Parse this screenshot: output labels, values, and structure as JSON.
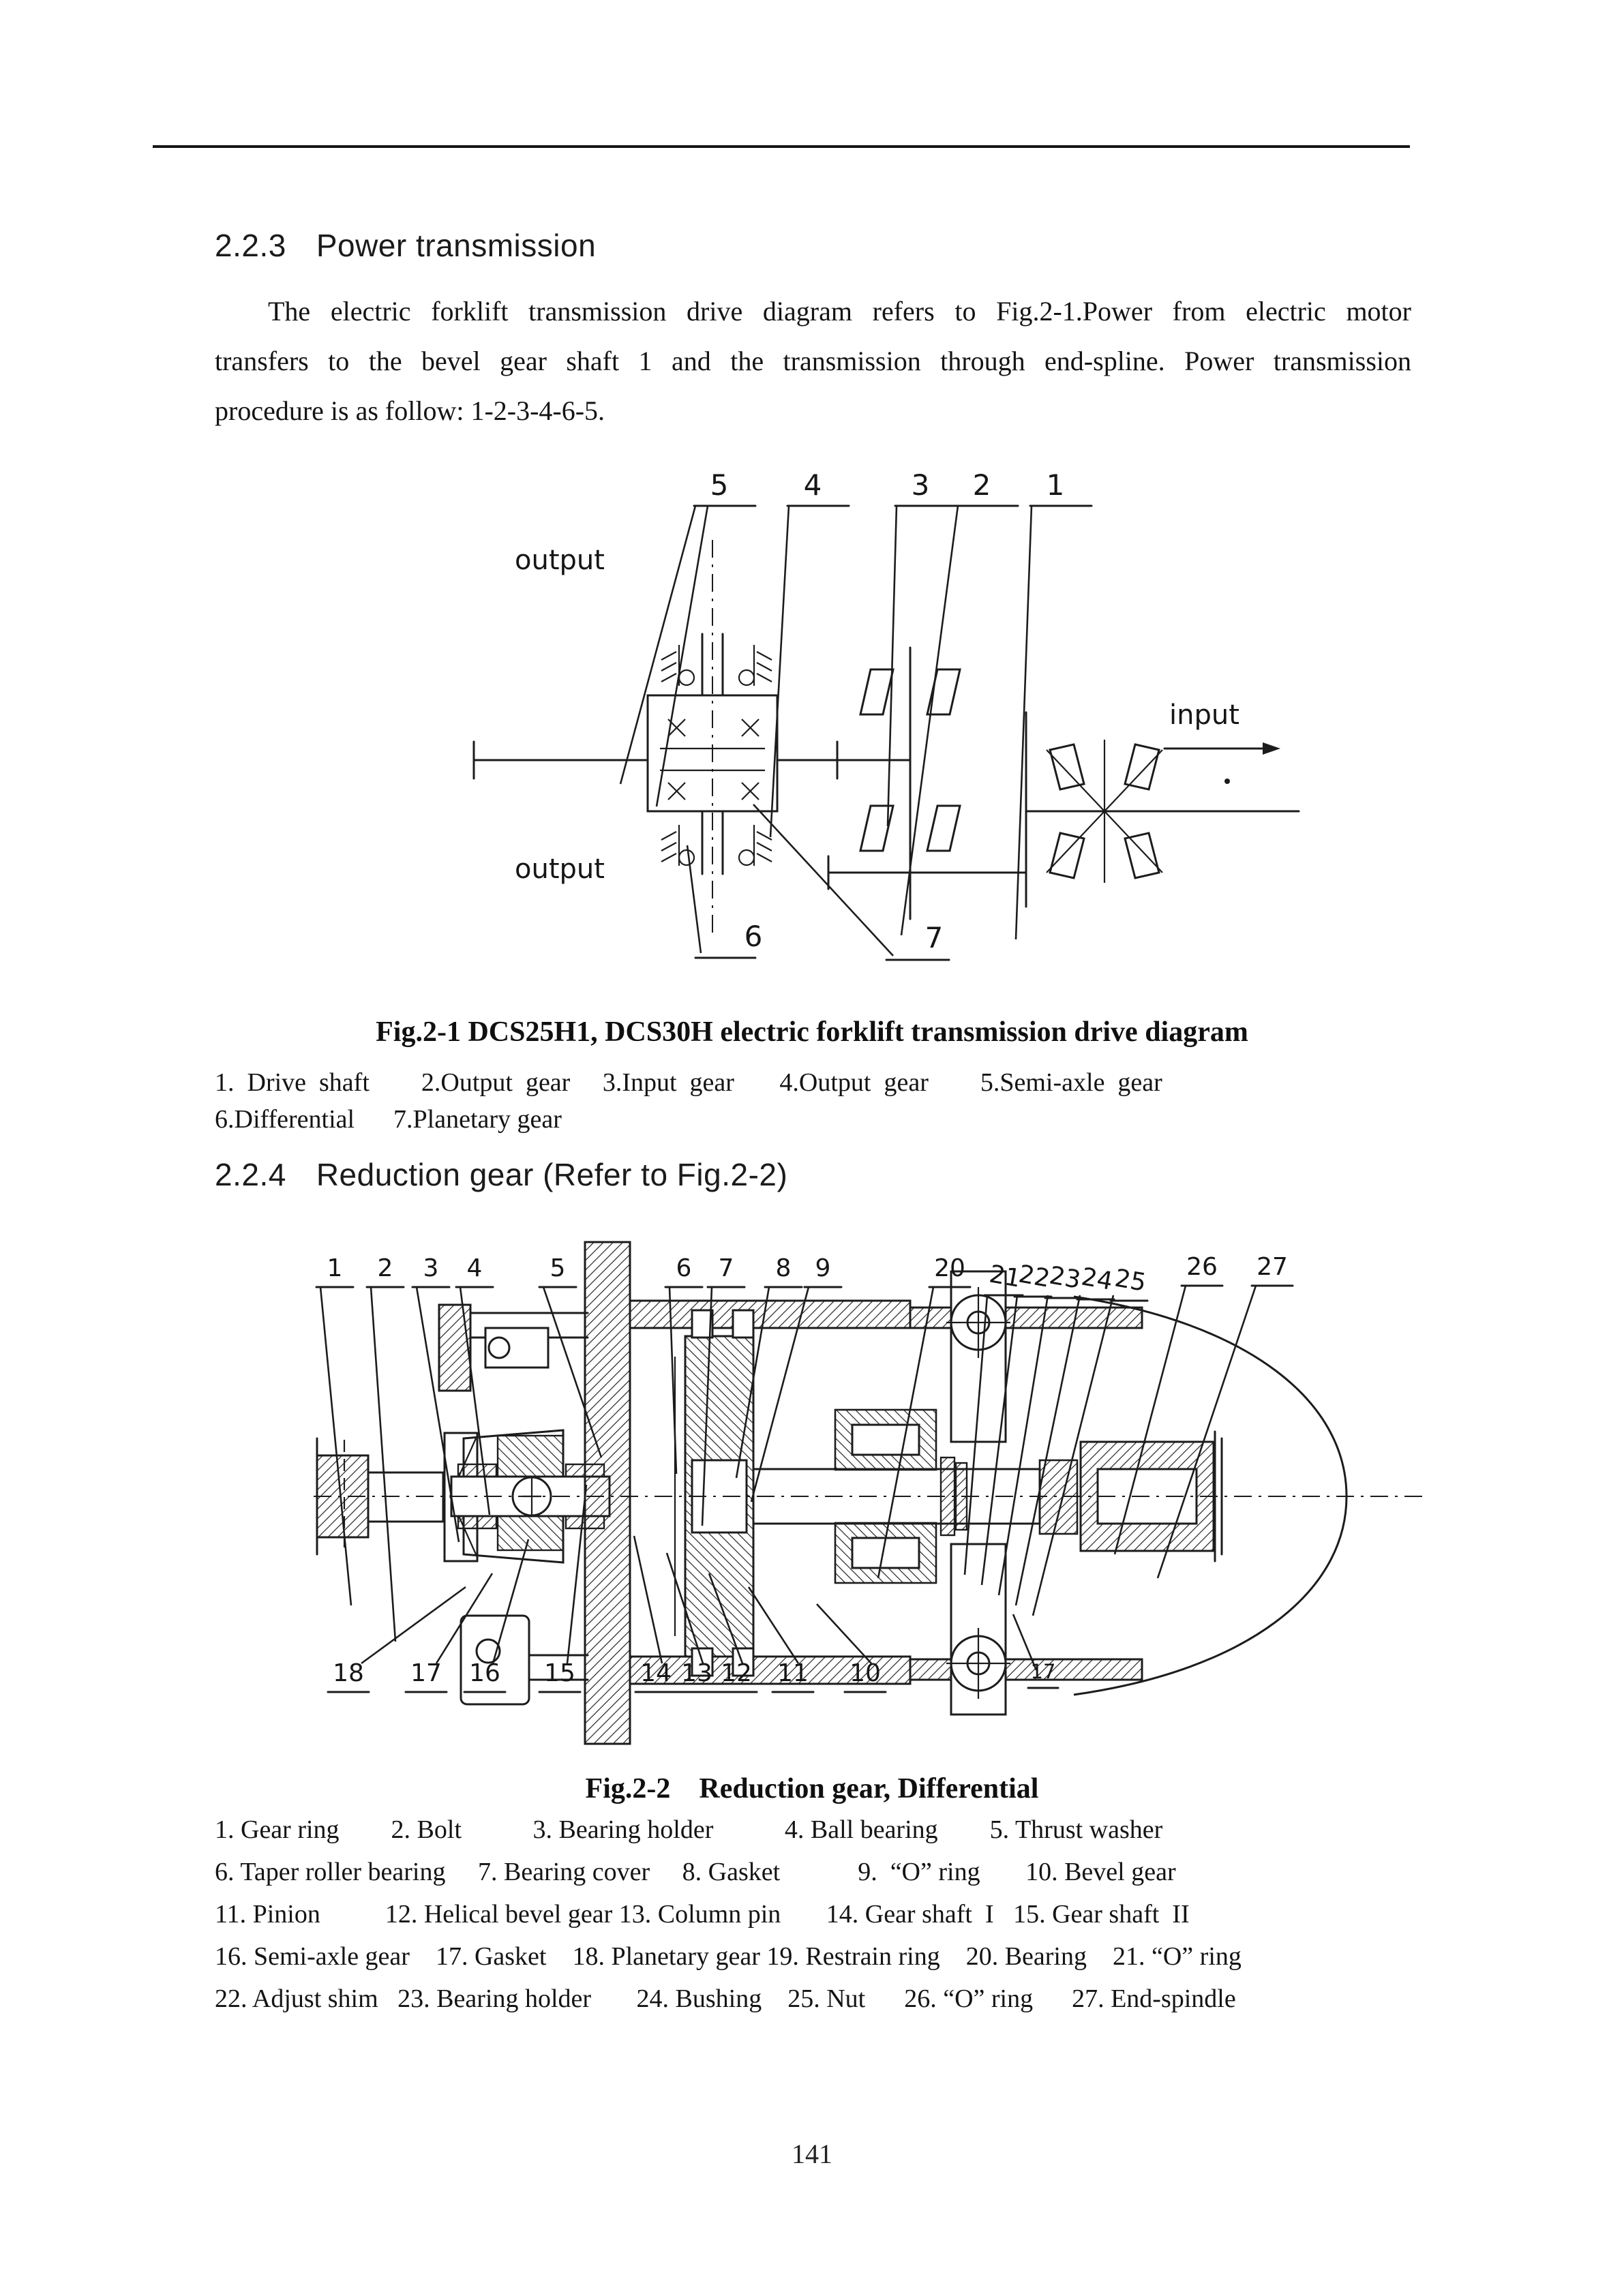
{
  "page": {
    "number": "141"
  },
  "section_223": {
    "number": "2.2.3",
    "title": "Power transmission",
    "paragraph_lines": [
      "The electric forklift transmission drive diagram refers to Fig.2-1.Power from electric motor",
      "transfers to the bevel gear shaft 1 and the transmission through end-spline. Power transmission",
      "procedure is as follow: 1-2-3-4-6-5."
    ]
  },
  "section_224": {
    "number": "2.2.4",
    "title": "Reduction gear (Refer to Fig.2-2)"
  },
  "fig1": {
    "caption": "Fig.2-1 DCS25H1, DCS30H electric forklift transmission drive diagram",
    "labels": {
      "output_top": "output",
      "output_bottom": "output",
      "input": "input"
    },
    "callouts_top": [
      "5",
      "4",
      "3",
      "2",
      "1"
    ],
    "callouts_bottom": [
      "6",
      "7"
    ],
    "parts_line1": "1.  Drive  shaft        2.Output  gear     3.Input  gear       4.Output  gear        5.Semi-axle  gear",
    "parts_line2": "6.Differential      7.Planetary gear"
  },
  "fig2": {
    "caption": "Fig.2-2    Reduction gear, Differential",
    "callouts_top": [
      "1",
      "2",
      "3",
      "4",
      "5",
      "6",
      "7",
      "8",
      "9",
      "20",
      "21",
      "22",
      "23",
      "24",
      "25",
      "26",
      "27"
    ],
    "callouts_bottom": [
      "18",
      "17",
      "16",
      "15",
      "14",
      "13",
      "12",
      "11",
      "10",
      "17"
    ],
    "parts_lines": [
      "1. Gear ring        2. Bolt           3. Bearing holder           4. Ball bearing        5. Thrust washer",
      "6. Taper roller bearing     7. Bearing cover     8. Gasket            9.  “O” ring       10. Bevel gear",
      "11. Pinion          12. Helical bevel gear 13. Column pin       14. Gear shaft  I   15. Gear shaft  II",
      "16. Semi-axle gear    17. Gasket    18. Planetary gear 19. Restrain ring    20. Bearing    21. “O” ring",
      "22. Adjust shim   23. Bearing holder       24. Bushing    25. Nut      26. “O” ring      27. End-spindle"
    ]
  }
}
